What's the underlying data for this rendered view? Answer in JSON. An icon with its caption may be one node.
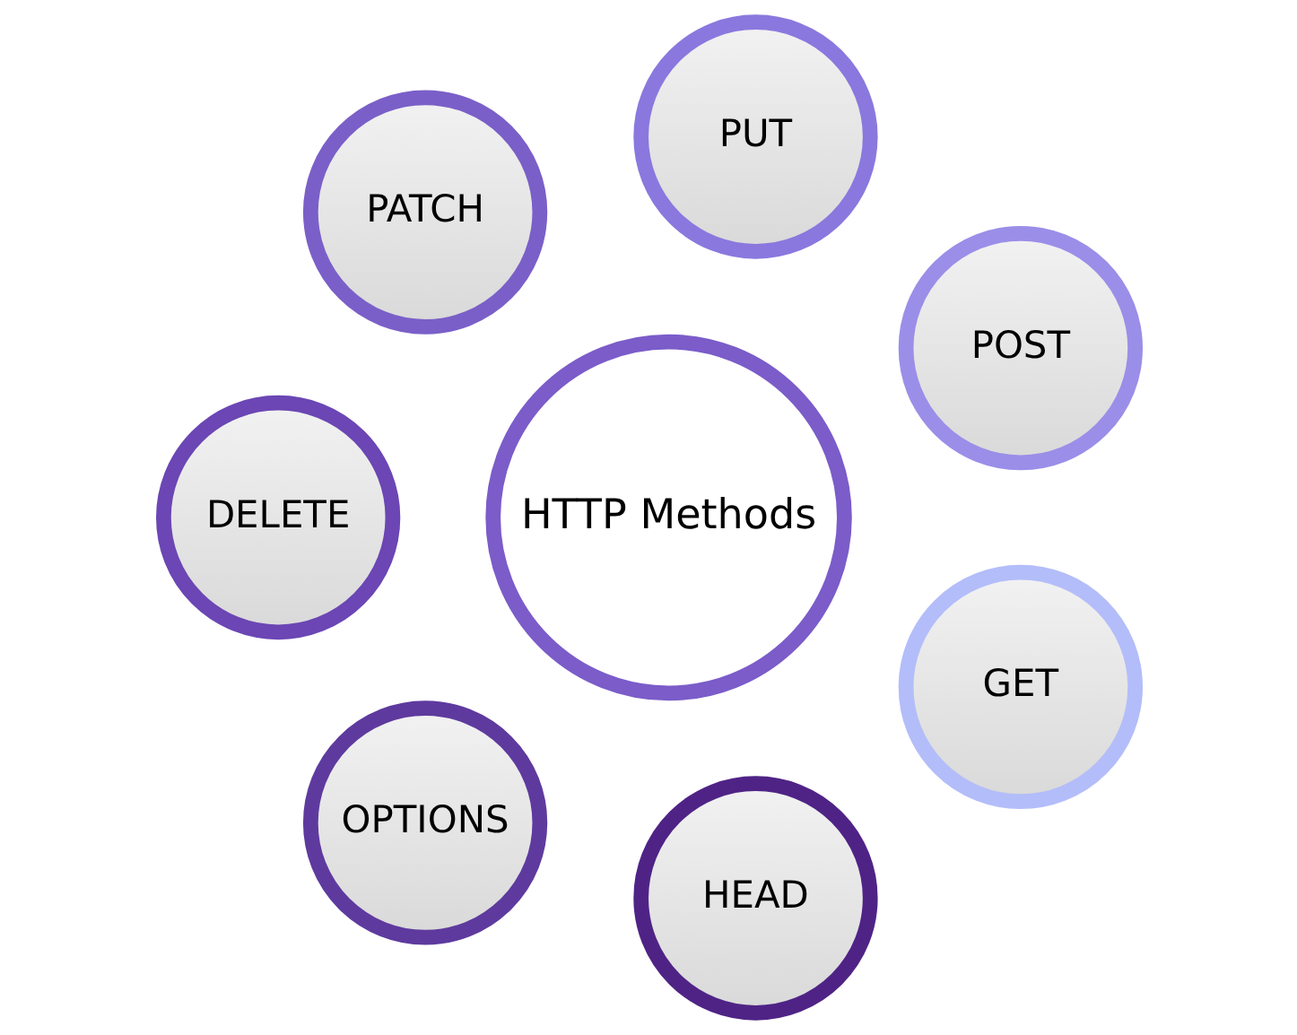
{
  "diagram": {
    "nodes": [
      {
        "text": [
          "HTTP Methods"
        ]
      },
      {
        "text": [
          "POST"
        ]
      },
      {
        "text": [
          "PUT"
        ]
      },
      {
        "text": [
          "PATCH"
        ]
      },
      {
        "text": [
          "DELETE"
        ]
      },
      {
        "text": [
          "OPTIONS"
        ]
      },
      {
        "text": [
          "HEAD"
        ]
      },
      {
        "text": [
          "GET"
        ]
      }
    ],
    "edges": []
  }
}
